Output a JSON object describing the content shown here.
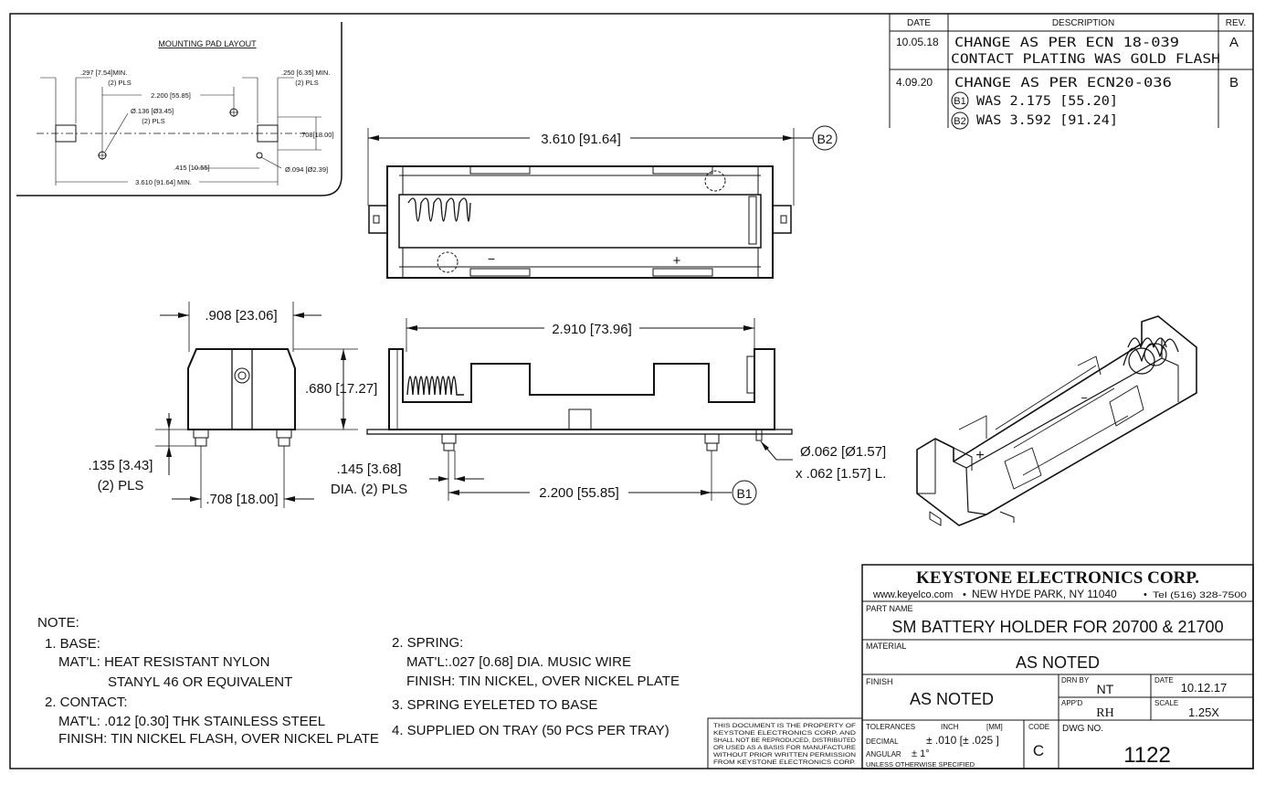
{
  "mounting_pad": {
    "title": "MOUNTING PAD LAYOUT",
    "dim_297": ".297 [7.54]MIN.",
    "dim_297_pls": "(2) PLS",
    "dim_250": ".250 [6.35] MIN.",
    "dim_250_pls": "(2) PLS",
    "dim_2200": "2.200 [55.85]",
    "dim_136": "Ø.136 [Ø3.45]",
    "dim_136_pls": "(2) PLS",
    "dim_708": ".708[18.00]",
    "dim_415": ".415 [10.55]",
    "dim_094": "Ø.094 [Ø2.39]",
    "dim_3610": "3.610 [91.64] MIN."
  },
  "revision_table": {
    "headers": [
      "DATE",
      "DESCRIPTION",
      "REV."
    ],
    "rows": [
      {
        "date": "10.05.18",
        "line1": "CHANGE AS PER ECN 18-039",
        "line2": "CONTACT PLATING WAS GOLD FLASH",
        "line3": "",
        "rev": "A"
      },
      {
        "date": "4.09.20",
        "line1": "CHANGE AS PER ECN20-036",
        "line2": "WAS 2.175 [55.20]",
        "line3": "WAS 3.592 [91.24]",
        "rev": "B"
      }
    ],
    "balloon1": "B1",
    "balloon2": "B2"
  },
  "top_view": {
    "dim_length": "3.610 [91.64]",
    "balloon": "B2",
    "minus": "−",
    "plus": "+"
  },
  "side_view": {
    "dim_width": ".908 [23.06]",
    "dim_height": ".680 [17.27]",
    "dim_135": ".135 [3.43]",
    "dim_135_pls": "(2) PLS",
    "dim_708": ".708 [18.00]"
  },
  "front_view": {
    "dim_2910": "2.910 [73.96]",
    "dim_145": ".145 [3.68]",
    "dim_145_pls": "DIA. (2) PLS",
    "dim_2200": "2.200 [55.85]",
    "balloon": "B1",
    "dim_062a": "Ø.062 [Ø1.57]",
    "dim_062b": "x .062 [1.57] L."
  },
  "iso_view": {
    "minus": "−",
    "plus": "+"
  },
  "notes": {
    "title": "NOTE:",
    "n1": "1. BASE:",
    "n1a": "MAT'L: HEAT RESISTANT NYLON",
    "n1b": "STANYL 46 OR EQUIVALENT",
    "n2": "2. CONTACT:",
    "n2a": "MAT'L: .012 [0.30] THK STAINLESS STEEL",
    "n2b": "FINISH: TIN NICKEL FLASH, OVER NICKEL PLATE",
    "s2": "2. SPRING:",
    "s2a": "MAT'L:.027 [0.68] DIA. MUSIC WIRE",
    "s2b": "FINISH: TIN NICKEL, OVER NICKEL PLATE",
    "s3": "3. SPRING EYELETED TO BASE",
    "s4": "4. SUPPLIED ON TRAY (50 PCS PER TRAY)"
  },
  "property_notice": [
    "THIS DOCUMENT IS THE PROPERTY OF",
    "KEYSTONE ELECTRONICS CORP. AND",
    "SHALL NOT BE REPRODUCED, DISTRIBUTED",
    "OR USED AS A BASIS FOR MANUFACTURE",
    "WITHOUT PRIOR WRITTEN PERMISSION",
    "FROM KEYSTONE ELECTRONICS CORP."
  ],
  "title_block": {
    "company": "KEYSTONE ELECTRONICS CORP.",
    "web": "www.keyelco.com",
    "city": "NEW HYDE PARK, NY 11040",
    "tel": "Tel (516) 328-7500",
    "part_name_label": "PART NAME",
    "part_name": "SM BATTERY HOLDER FOR 20700 & 21700",
    "material_label": "MATERIAL",
    "material": "AS NOTED",
    "finish_label": "FINISH",
    "finish": "AS NOTED",
    "drn_label": "DRN BY",
    "drn": "NT",
    "date_label": "DATE",
    "date": "10.12.17",
    "appd_label": "APP'D",
    "appd": "RH",
    "scale_label": "SCALE",
    "scale": "1.25X",
    "tol_label": "TOLERANCES",
    "inch_label": "INCH",
    "mm_label": "[MM]",
    "decimal_label": "DECIMAL",
    "decimal_val": "± .010   [± .025 ]",
    "angular_label": "ANGULAR",
    "angular_val": "± 1°",
    "unless": "UNLESS OTHERWISE SPECIFIED",
    "code_label": "CODE",
    "code": "C",
    "dwg_label": "DWG NO.",
    "dwg": "1122"
  }
}
